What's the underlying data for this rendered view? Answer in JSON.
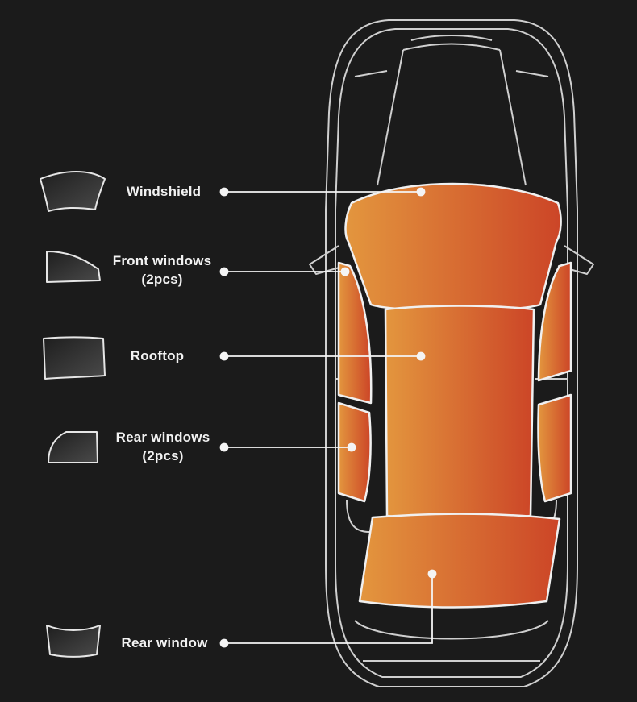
{
  "colors": {
    "background": "#1b1b1b",
    "outline": "#d8d8d8",
    "shade_start": "#e3963e",
    "shade_end": "#cc4527",
    "icon_fill": "#3a3a3a"
  },
  "labels": {
    "windshield": "Windshield",
    "front_windows": "Front windows",
    "front_windows_count": "(2pcs)",
    "rooftop": "Rooftop",
    "rear_windows": "Rear windows",
    "rear_windows_count": "(2pcs)",
    "rear_window": "Rear window"
  }
}
